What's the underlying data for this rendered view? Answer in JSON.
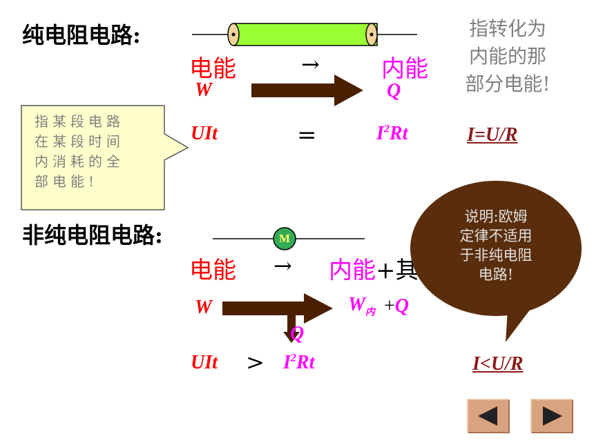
{
  "pure": {
    "title": "纯电阻电路:",
    "energy_in": "电能",
    "arrow": "→",
    "energy_out": "内能",
    "w": "W",
    "q": "Q",
    "uit": "UIt",
    "eq": "=",
    "i2rt_base": "I",
    "i2rt_sup": "2",
    "i2rt_tail": "Rt",
    "ohm": "I=U/R",
    "note_lines": [
      "指转化为",
      "内能的那",
      "部分电能!"
    ]
  },
  "callout": {
    "lines": [
      "指某段电路",
      "在某段时间",
      "内消耗的全",
      "部电能!"
    ]
  },
  "nonpure": {
    "title": "非纯电阻电路:",
    "motor_label": "M",
    "energy_in": "电能",
    "arrow": "→",
    "energy_out": "内能",
    "plus_other": "+其",
    "w": "W",
    "w_in": "W",
    "w_in_sub": "内",
    "plus_q": "+Q",
    "q": "Q",
    "uit": "UIt",
    "gt": ">",
    "i2rt_base": "I",
    "i2rt_sup": "2",
    "i2rt_tail": "Rt",
    "ohm": "I<U/R"
  },
  "bubble": {
    "lines": [
      "说明:欧姆",
      "定律不适用",
      "于非纯电阻",
      "电路!"
    ]
  },
  "nav": {
    "prev": "previous-arrow-icon",
    "next": "next-arrow-icon"
  },
  "colors": {
    "resistor": "#99ff33",
    "arrow": "#4a2000",
    "motor": "#33aa55",
    "bubble": "#5a2d0c",
    "callout_bg": "#ffffcc",
    "nav": "#d8a37e"
  }
}
